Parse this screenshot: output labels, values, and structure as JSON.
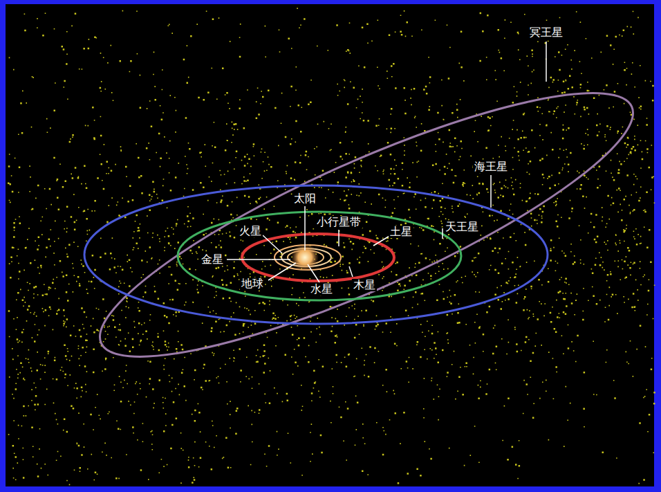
{
  "diagram": {
    "labels": [
      "冥王星",
      "海王星",
      "太阳",
      "小行星带",
      "火星",
      "土星",
      "天王星",
      "金星",
      "地球",
      "水星",
      "木星"
    ]
  }
}
